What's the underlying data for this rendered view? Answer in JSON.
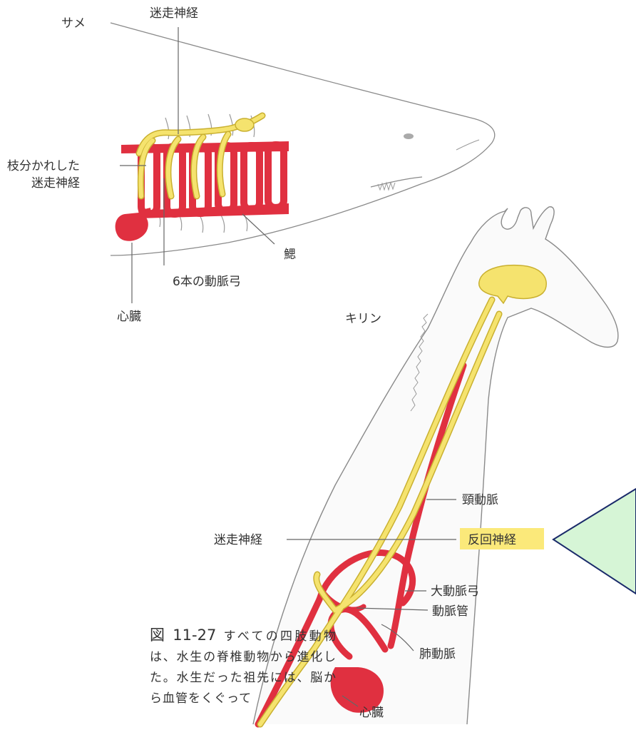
{
  "labels": {
    "shark": "サメ",
    "vagus_top": "迷走神経",
    "branched_vagus_line1": "枝分かれした",
    "branched_vagus_line2": "迷走神経",
    "gill": "鰓",
    "aortic_arches": "6本の動脈弓",
    "shark_heart": "心臓",
    "giraffe": "キリン",
    "carotid": "頸動脈",
    "vagus_giraffe": "迷走神経",
    "recurrent_nerve": "反回神経",
    "aortic_arch": "大動脈弓",
    "ductus": "動脈管",
    "pulmonary": "肺動脈",
    "giraffe_heart": "心臓"
  },
  "caption": {
    "figure_number": "図 11-27",
    "text": "すべての四肢動物は、水生の脊椎動物から進化した。水生だった祖先には、脳から血管をくぐって"
  },
  "colors": {
    "artery": "#e03040",
    "nerve": "#f5e36e",
    "nerve_outline": "#c9b030",
    "highlight": "#fbe97a",
    "callout_fill": "#d6f5d6",
    "callout_stroke": "#1a2a6a",
    "outline": "#8a8a8a"
  }
}
